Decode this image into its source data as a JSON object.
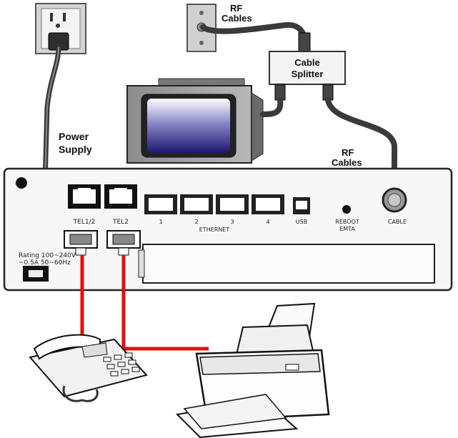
{
  "labels": {
    "rf_cables_top_line1": "RF",
    "rf_cables_top_line2": "Cables",
    "cable_splitter_line1": "Cable",
    "cable_splitter_line2": "Splitter",
    "power_supply_line1": "Power",
    "power_supply_line2": "Supply",
    "rf_cables_right_line1": "RF",
    "rf_cables_right_line2": "Cables",
    "rating_line1": "Rating 100~240V",
    "rating_line2": "~0.5A 50~60Hz"
  },
  "ports": {
    "tel1": "TEL1/2",
    "tel2": "TEL2",
    "eth1": "1",
    "eth2": "2",
    "eth3": "3",
    "eth4": "4",
    "ethernet": "ETHERNET",
    "usb": "USB",
    "reboot_line1": "REBOOT",
    "reboot_line2": "EMTA",
    "cable": "CABLE"
  },
  "colors": {
    "phone_cord": "#e01010",
    "cable_dark": "#3a3a3a",
    "screen_blue": "#2a1f7a"
  }
}
